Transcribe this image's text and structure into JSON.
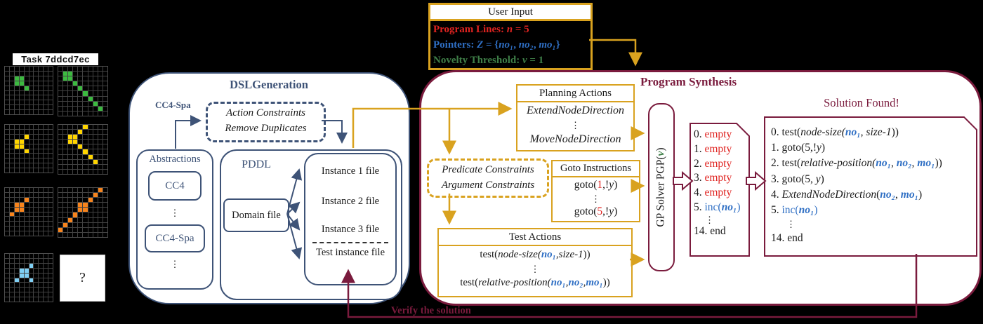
{
  "task_panel": {
    "title": "Task 7ddcd7ec",
    "question_mark": "?",
    "grid_line_color": "#424242",
    "grids": [
      {
        "name": "green-input",
        "color": "#3cba40",
        "cells": [
          [
            2,
            2
          ],
          [
            2,
            3
          ],
          [
            3,
            2
          ],
          [
            3,
            3
          ],
          [
            4,
            4
          ]
        ]
      },
      {
        "name": "green-output",
        "color": "#3cba40",
        "cells": [
          [
            1,
            1
          ],
          [
            1,
            2
          ],
          [
            2,
            1
          ],
          [
            2,
            2
          ],
          [
            3,
            3
          ],
          [
            4,
            4
          ],
          [
            5,
            5
          ],
          [
            6,
            6
          ],
          [
            7,
            7
          ],
          [
            8,
            8
          ]
        ]
      },
      {
        "name": "yellow-input",
        "color": "#ffd500",
        "cells": [
          [
            2,
            4
          ],
          [
            3,
            2
          ],
          [
            3,
            3
          ],
          [
            4,
            2
          ],
          [
            4,
            3
          ],
          [
            5,
            4
          ]
        ]
      },
      {
        "name": "yellow-output",
        "color": "#ffd500",
        "cells": [
          [
            0,
            5
          ],
          [
            1,
            4
          ],
          [
            2,
            2
          ],
          [
            2,
            3
          ],
          [
            3,
            2
          ],
          [
            3,
            3
          ],
          [
            4,
            4
          ],
          [
            5,
            5
          ],
          [
            6,
            6
          ],
          [
            7,
            7
          ]
        ]
      },
      {
        "name": "orange-input",
        "color": "#f8841c",
        "cells": [
          [
            2,
            4
          ],
          [
            3,
            2
          ],
          [
            3,
            3
          ],
          [
            4,
            2
          ],
          [
            4,
            3
          ],
          [
            5,
            1
          ]
        ]
      },
      {
        "name": "orange-output",
        "color": "#f8841c",
        "cells": [
          [
            0,
            8
          ],
          [
            1,
            7
          ],
          [
            2,
            6
          ],
          [
            3,
            4
          ],
          [
            3,
            5
          ],
          [
            4,
            4
          ],
          [
            4,
            5
          ],
          [
            5,
            3
          ],
          [
            6,
            2
          ],
          [
            7,
            1
          ],
          [
            8,
            0
          ]
        ]
      },
      {
        "name": "blue-input",
        "color": "#7fd0f5",
        "cells": [
          [
            2,
            5
          ],
          [
            3,
            3
          ],
          [
            3,
            4
          ],
          [
            4,
            3
          ],
          [
            4,
            4
          ],
          [
            5,
            2
          ],
          [
            5,
            5
          ]
        ]
      }
    ]
  },
  "user_input": {
    "title": "User Input",
    "lines": [
      [
        {
          "t": "Program Lines: ",
          "c": "red b"
        },
        {
          "t": "n",
          "c": "red b it"
        },
        {
          "t": " = 5",
          "c": "red b"
        }
      ],
      [
        {
          "t": "Pointers: ",
          "c": "blue b"
        },
        {
          "t": "Z",
          "c": "blue b it"
        },
        {
          "t": " = {",
          "c": "blue b"
        },
        {
          "t": "no₁",
          "c": "blue b it"
        },
        {
          "t": ", ",
          "c": "blue b"
        },
        {
          "t": "no₂",
          "c": "blue b it"
        },
        {
          "t": ", ",
          "c": "blue b"
        },
        {
          "t": "mo₁",
          "c": "blue b it"
        },
        {
          "t": "}",
          "c": "blue b"
        }
      ],
      [
        {
          "t": "Novelty Threshold: ",
          "c": "green b"
        },
        {
          "t": "ν",
          "c": "green b it"
        },
        {
          "t": " = 1",
          "c": "green b"
        }
      ]
    ]
  },
  "dsl": {
    "title": "DSLGeneration",
    "cc4_spa_label": "CC4-Spa",
    "action_constraints": [
      [
        {
          "t": "Action Constraints",
          "c": "it"
        }
      ],
      [
        {
          "t": "Remove Duplicates",
          "c": "it"
        }
      ]
    ],
    "abstractions": {
      "label": "Abstractions",
      "item1": "CC4",
      "item2": "CC4-Spa",
      "dots": "⋮"
    },
    "pddl": {
      "label": "PDDL",
      "domain_file": "Domain file",
      "instance1": "Instance 1 file",
      "instance2": "Instance 2 file",
      "instance3": "Instance 3 file",
      "test_instance": "Test instance file"
    }
  },
  "synthesis": {
    "title": "Program Synthesis",
    "planning": {
      "header": "Planning Actions",
      "lines": [
        [
          {
            "t": "ExtendNodeDirection",
            "c": "it"
          }
        ],
        [
          {
            "t": "⋮"
          }
        ],
        [
          {
            "t": "MoveNodeDirection",
            "c": "it"
          }
        ]
      ]
    },
    "constraints": [
      [
        {
          "t": "Predicate Constraints",
          "c": "it"
        }
      ],
      [
        {
          "t": "Argument Constraints",
          "c": "it"
        }
      ]
    ],
    "goto": {
      "header": "Goto Instructions",
      "lines": [
        [
          {
            "t": "goto("
          },
          {
            "t": "1",
            "c": "red"
          },
          {
            "t": ",!"
          },
          {
            "t": "y",
            "c": "it"
          },
          {
            "t": ")"
          }
        ],
        [
          {
            "t": "⋮"
          }
        ],
        [
          {
            "t": "goto("
          },
          {
            "t": "5",
            "c": "red"
          },
          {
            "t": ",!"
          },
          {
            "t": "y",
            "c": "it"
          },
          {
            "t": ")"
          }
        ]
      ]
    },
    "test": {
      "header": "Test Actions",
      "lines": [
        [
          {
            "t": "test("
          },
          {
            "t": "node-size(",
            "c": "it"
          },
          {
            "t": "no₁",
            "c": "ptr"
          },
          {
            "t": ", "
          },
          {
            "t": "size-1",
            "c": "it"
          },
          {
            "t": "))"
          }
        ],
        [
          {
            "t": "⋮"
          }
        ],
        [
          {
            "t": "test("
          },
          {
            "t": "relative-position(",
            "c": "it"
          },
          {
            "t": " "
          },
          {
            "t": "no₁",
            "c": "ptr"
          },
          {
            "t": ", "
          },
          {
            "t": "no₂",
            "c": "ptr"
          },
          {
            "t": ", "
          },
          {
            "t": "mo₁",
            "c": "ptr"
          },
          {
            "t": "))"
          }
        ]
      ]
    },
    "solver_label": [
      [
        {
          "t": "GP Solver PGP("
        },
        {
          "t": "ν",
          "c": "green b it"
        },
        {
          "t": ")"
        }
      ]
    ],
    "draft_program": {
      "lines": [
        [
          {
            "t": "0. "
          },
          {
            "t": "empty",
            "c": "red"
          }
        ],
        [
          {
            "t": "1. "
          },
          {
            "t": "empty",
            "c": "red"
          }
        ],
        [
          {
            "t": "2. "
          },
          {
            "t": "empty",
            "c": "red"
          }
        ],
        [
          {
            "t": "3. "
          },
          {
            "t": "empty",
            "c": "red"
          }
        ],
        [
          {
            "t": "4. "
          },
          {
            "t": "empty",
            "c": "red"
          }
        ],
        [
          {
            "t": "5. "
          },
          {
            "t": "inc(",
            "c": "blue"
          },
          {
            "t": "no₁",
            "c": "ptr"
          },
          {
            "t": ")",
            "c": "blue"
          }
        ],
        [
          {
            "t": "⋮"
          }
        ],
        [
          {
            "t": "14. end"
          }
        ]
      ]
    },
    "solution": {
      "title": "Solution Found!",
      "lines": [
        [
          {
            "t": "0. test("
          },
          {
            "t": "node-size(",
            "c": "it"
          },
          {
            "t": "no₁",
            "c": "ptr"
          },
          {
            "t": ", "
          },
          {
            "t": "size-1",
            "c": "it"
          },
          {
            "t": "))"
          }
        ],
        [
          {
            "t": "1. goto(5,!"
          },
          {
            "t": "y",
            "c": "it"
          },
          {
            "t": ")"
          }
        ],
        [
          {
            "t": "2. test("
          },
          {
            "t": "relative-position(",
            "c": "it"
          },
          {
            "t": "no₁",
            "c": "ptr"
          },
          {
            "t": ", "
          },
          {
            "t": "no₂",
            "c": "ptr"
          },
          {
            "t": ", "
          },
          {
            "t": "mo₁",
            "c": "ptr"
          },
          {
            "t": "))"
          }
        ],
        [
          {
            "t": "3. goto(5, "
          },
          {
            "t": "y",
            "c": "it"
          },
          {
            "t": ")"
          }
        ],
        [
          {
            "t": "4. "
          },
          {
            "t": "ExtendNodeDirection",
            "c": "it"
          },
          {
            "t": "("
          },
          {
            "t": "no₂",
            "c": "ptr"
          },
          {
            "t": ", "
          },
          {
            "t": "mo₁",
            "c": "ptr"
          },
          {
            "t": ")"
          }
        ],
        [
          {
            "t": "5. "
          },
          {
            "t": "inc(",
            "c": "blue"
          },
          {
            "t": "no₁",
            "c": "ptr"
          },
          {
            "t": ")",
            "c": "blue"
          }
        ],
        [
          {
            "t": "⋮"
          }
        ],
        [
          {
            "t": "14. end"
          }
        ]
      ]
    },
    "verify_label": "Verify the solution"
  }
}
